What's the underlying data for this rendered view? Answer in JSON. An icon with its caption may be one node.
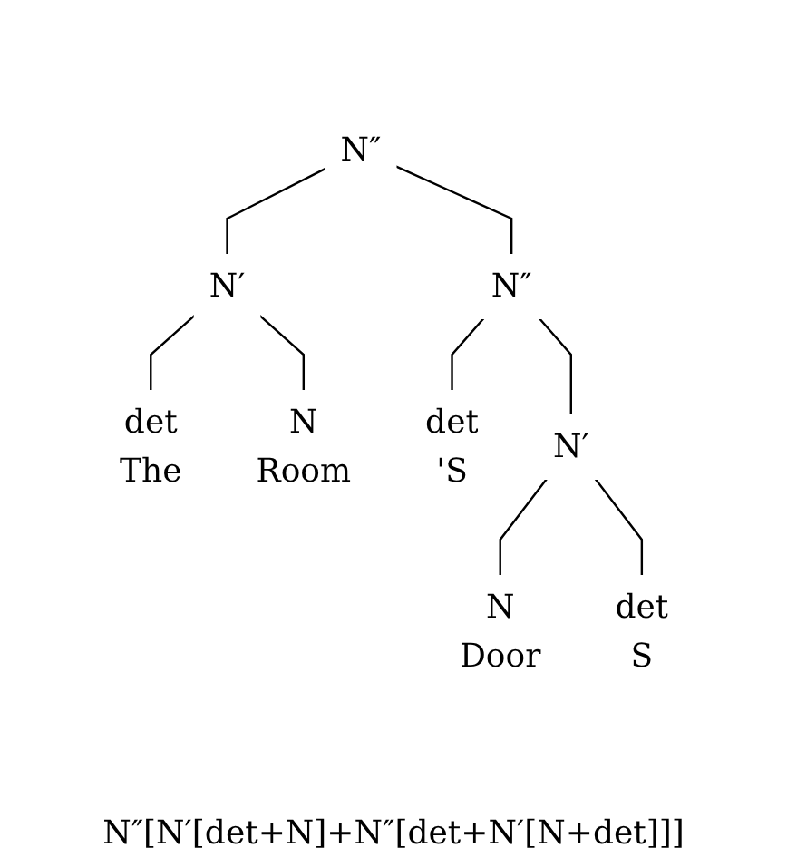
{
  "diagram": {
    "caption": "N″[N′[det+N]+N″[det+N′[N+det]]]",
    "nodes": [
      {
        "text": [
          "N″"
        ]
      },
      {
        "text": [
          "N′"
        ]
      },
      {
        "text": [
          "N″"
        ]
      },
      {
        "text": [
          "det",
          "The"
        ]
      },
      {
        "text": [
          "N",
          "Room"
        ]
      },
      {
        "text": [
          "det",
          "'S"
        ]
      },
      {
        "text": [
          "N′"
        ]
      },
      {
        "text": [
          "N",
          "Door"
        ]
      },
      {
        "text": [
          "det",
          "S"
        ]
      }
    ],
    "edges": [
      {
        "from": 0,
        "to": 1,
        "arrow": "none"
      },
      {
        "from": 0,
        "to": 2,
        "arrow": "none"
      },
      {
        "from": 1,
        "to": 3,
        "arrow": "none"
      },
      {
        "from": 1,
        "to": 4,
        "arrow": "none"
      },
      {
        "from": 2,
        "to": 5,
        "arrow": "none"
      },
      {
        "from": 2,
        "to": 6,
        "arrow": "none"
      },
      {
        "from": 6,
        "to": 7,
        "arrow": "none"
      },
      {
        "from": 6,
        "to": 8,
        "arrow": "none"
      }
    ]
  }
}
